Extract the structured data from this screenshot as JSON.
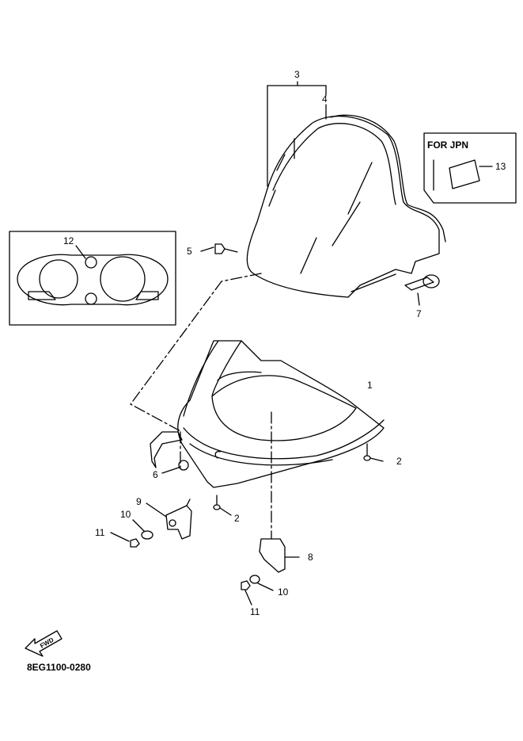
{
  "diagram": {
    "for_jpn_label": "FOR JPN",
    "fwd_label": "FWD",
    "diagram_code": "8EG1100-0280",
    "part_numbers": {
      "p1": "1",
      "p2a": "2",
      "p2b": "2",
      "p3": "3",
      "p4": "4",
      "p5": "5",
      "p6": "6",
      "p7": "7",
      "p8": "8",
      "p9": "9",
      "p10a": "10",
      "p10b": "10",
      "p11a": "11",
      "p11b": "11",
      "p12": "12",
      "p13": "13"
    }
  }
}
